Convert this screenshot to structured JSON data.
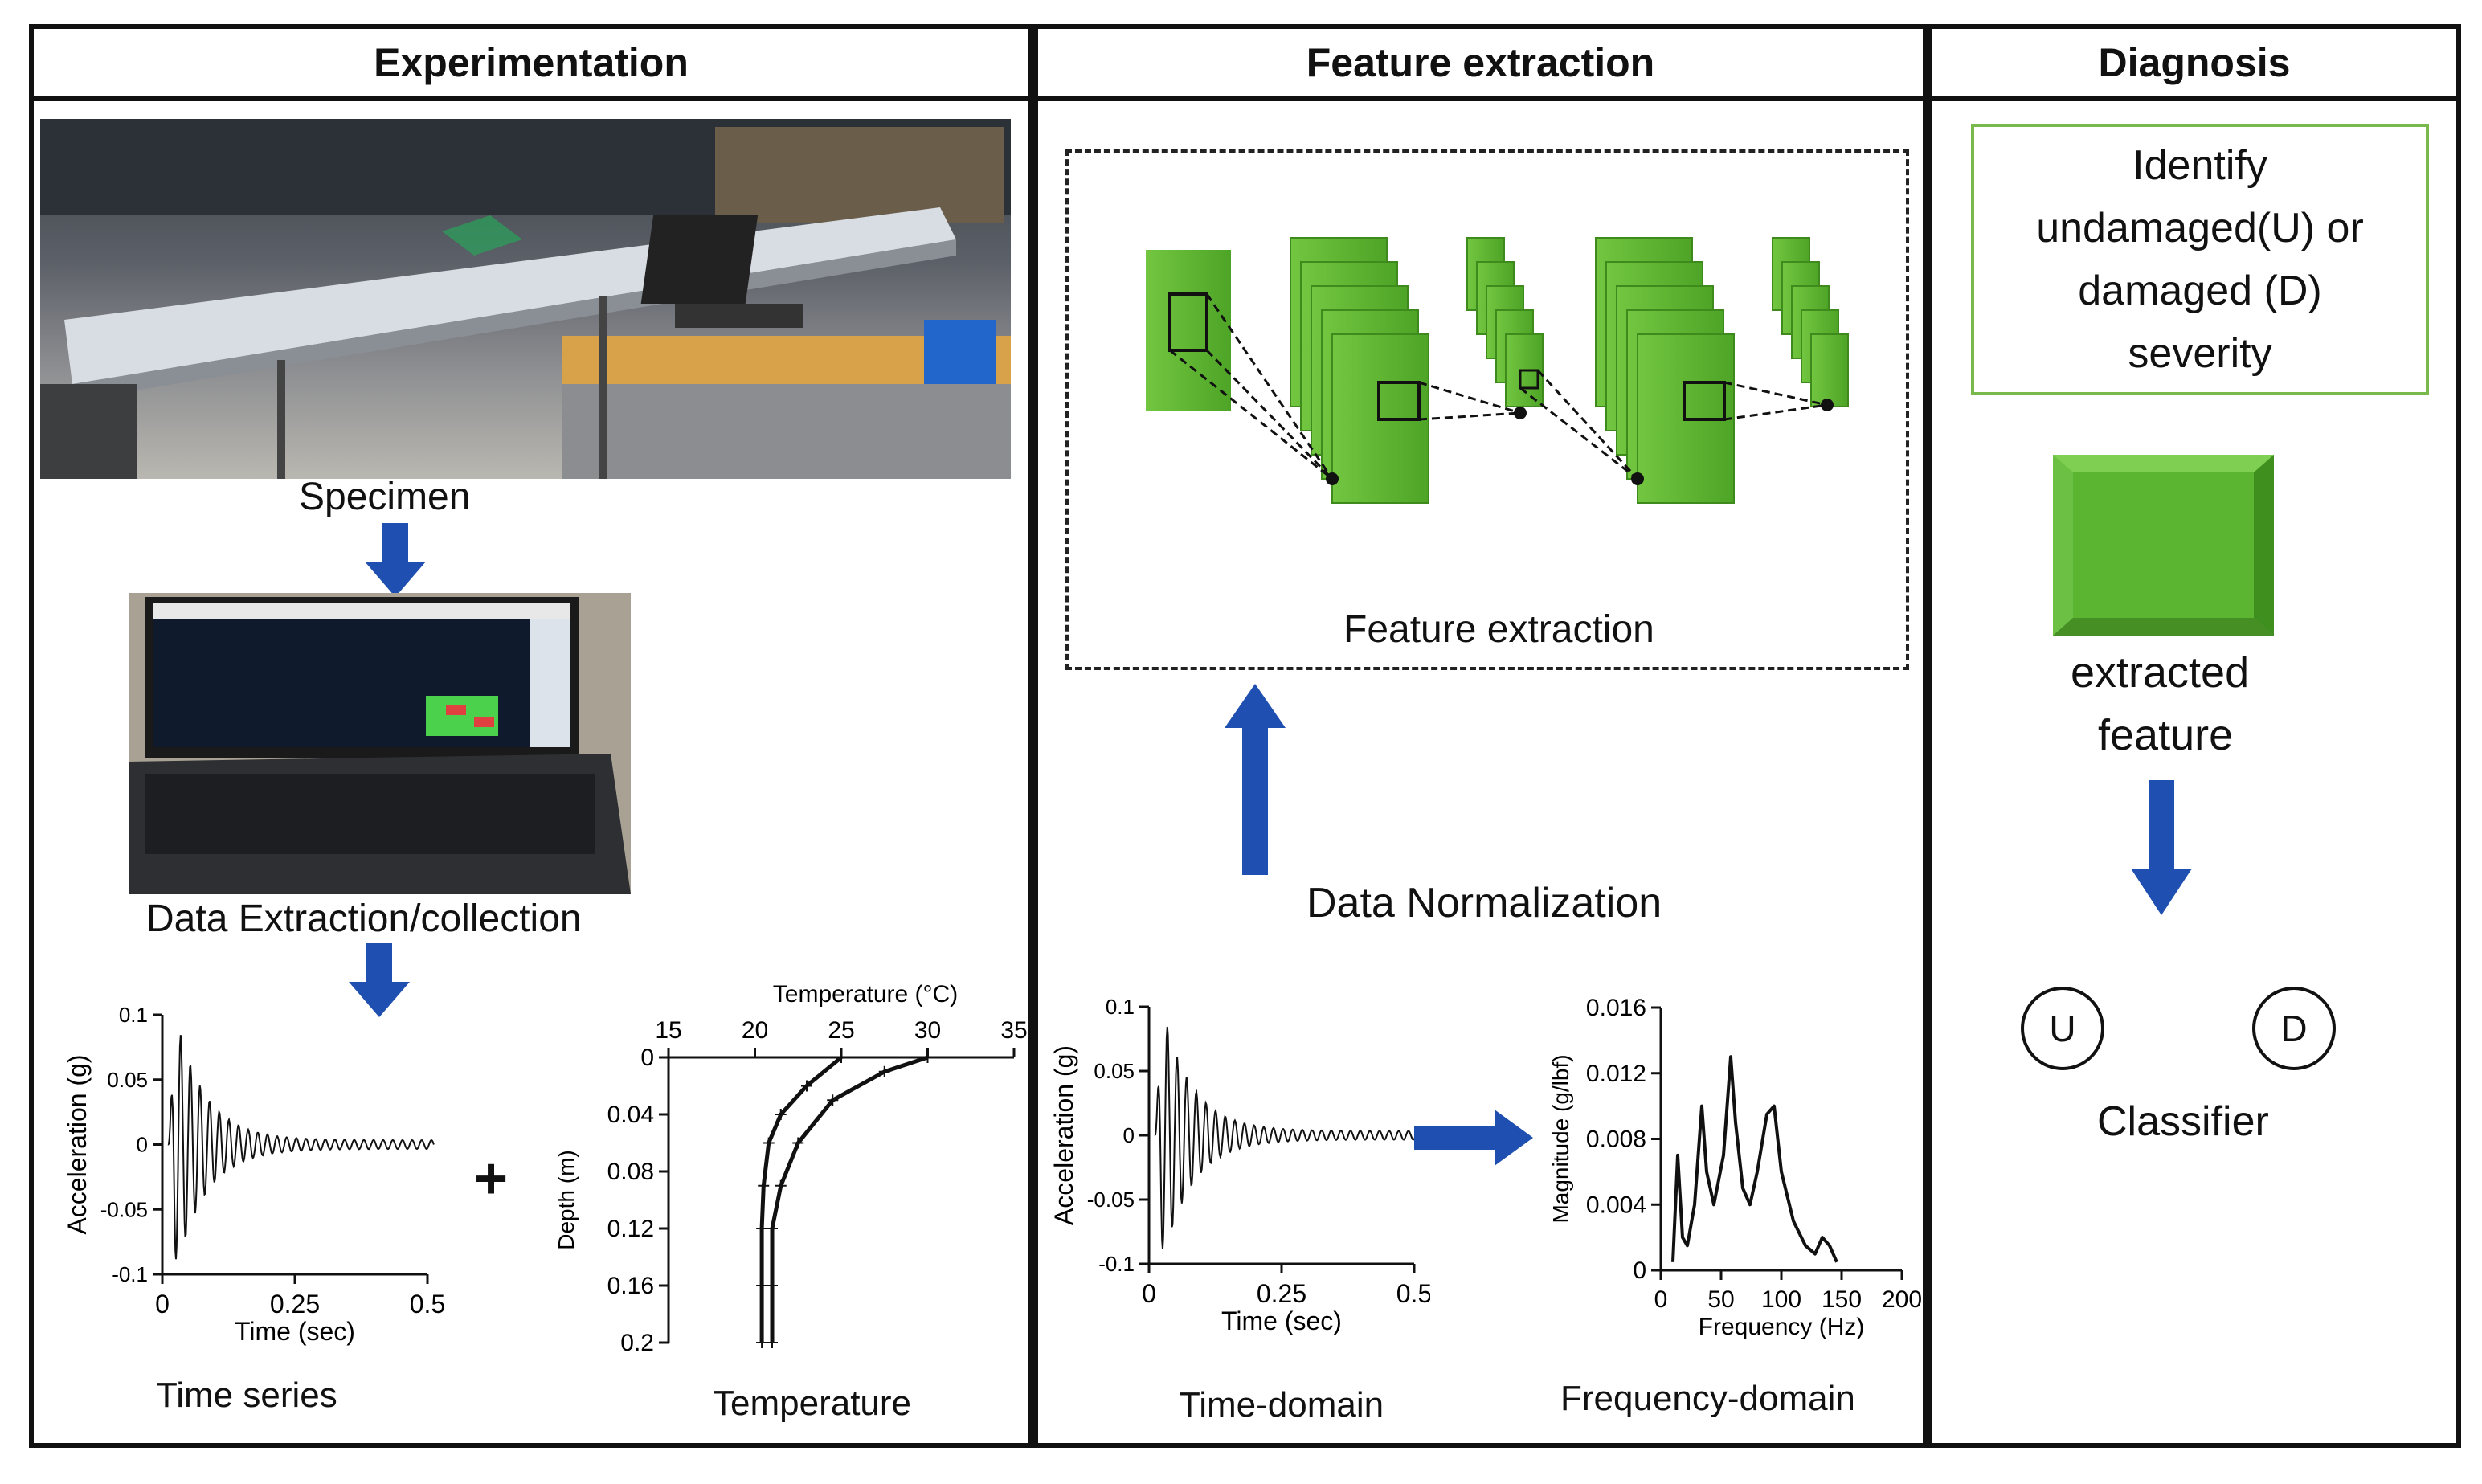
{
  "panels": {
    "experimentation": {
      "title": "Experimentation",
      "specimen_label": "Specimen",
      "data_collection_label": "Data Extraction/collection",
      "time_series_label": "Time series",
      "temperature_label": "Temperature",
      "plus": "+"
    },
    "feature_extraction": {
      "title": "Feature extraction",
      "cnn_label": "Feature extraction",
      "normalization_label": "Data Normalization",
      "time_domain_label": "Time-domain",
      "frequency_domain_label": "Frequency-domain"
    },
    "diagnosis": {
      "title": "Diagnosis",
      "identify_text": [
        "Identify",
        "undamaged(U) or",
        "damaged (D)",
        "severity"
      ],
      "extracted_feature": [
        "extracted",
        "feature"
      ],
      "class_u": "U",
      "class_d": "D",
      "classifier_label": "Classifier"
    }
  },
  "colors": {
    "arrow": "#1f4fb0",
    "feature_green": "#5cb531",
    "box_border": "#79b84a"
  },
  "chart_data": [
    {
      "type": "line",
      "id": "accel-left",
      "xlabel": "Time (sec)",
      "ylabel": "Acceleration (g)",
      "xlim": [
        0,
        0.5
      ],
      "ylim": [
        -0.1,
        0.1
      ],
      "xticks": [
        "0",
        "0.25",
        "0.5"
      ],
      "yticks": [
        "0.1",
        "0.05",
        "0",
        "-0.05",
        "-0.1"
      ]
    },
    {
      "type": "line",
      "id": "temperature-profile",
      "xlabel": "Temperature (°C)",
      "ylabel": "Depth (m)",
      "xlim": [
        15,
        35
      ],
      "ylim": [
        0,
        0.2
      ],
      "xticks": [
        "15",
        "20",
        "25",
        "30",
        "35"
      ],
      "yticks": [
        "0",
        "0.04",
        "0.08",
        "0.12",
        "0.16",
        "0.2"
      ],
      "series": [
        {
          "x": [
            30,
            27.5,
            24.5,
            22.5,
            21.5,
            21.0,
            21.0,
            21.0
          ],
          "y": [
            0,
            0.01,
            0.03,
            0.06,
            0.09,
            0.12,
            0.16,
            0.2
          ]
        },
        {
          "x": [
            25,
            23,
            21.5,
            20.8,
            20.5,
            20.4,
            20.4,
            20.4
          ],
          "y": [
            0,
            0.02,
            0.04,
            0.06,
            0.09,
            0.12,
            0.16,
            0.2
          ]
        }
      ]
    },
    {
      "type": "line",
      "id": "accel-mid",
      "xlabel": "Time (sec)",
      "ylabel": "Acceleration (g)",
      "xlim": [
        0,
        0.5
      ],
      "ylim": [
        -0.1,
        0.1
      ],
      "xticks": [
        "0",
        "0.25",
        "0.5"
      ],
      "yticks": [
        "0.1",
        "0.05",
        "0",
        "-0.05",
        "-0.1"
      ]
    },
    {
      "type": "line",
      "id": "frequency-spectrum",
      "xlabel": "Frequency (Hz)",
      "ylabel": "Magnitude (g/lbf)",
      "xlim": [
        0,
        200
      ],
      "ylim": [
        0,
        0.016
      ],
      "xticks": [
        "0",
        "50",
        "100",
        "150",
        "200"
      ],
      "yticks": [
        "0.016",
        "0.012",
        "0.008",
        "0.004",
        "0"
      ],
      "x": [
        10,
        14,
        18,
        22,
        28,
        34,
        38,
        44,
        52,
        58,
        62,
        68,
        74,
        80,
        88,
        94,
        100,
        110,
        120,
        128,
        134,
        140,
        146
      ],
      "y": [
        0.0005,
        0.007,
        0.002,
        0.0015,
        0.004,
        0.01,
        0.006,
        0.004,
        0.007,
        0.013,
        0.009,
        0.005,
        0.004,
        0.006,
        0.0095,
        0.01,
        0.006,
        0.003,
        0.0015,
        0.001,
        0.002,
        0.0015,
        0.0005
      ]
    }
  ]
}
